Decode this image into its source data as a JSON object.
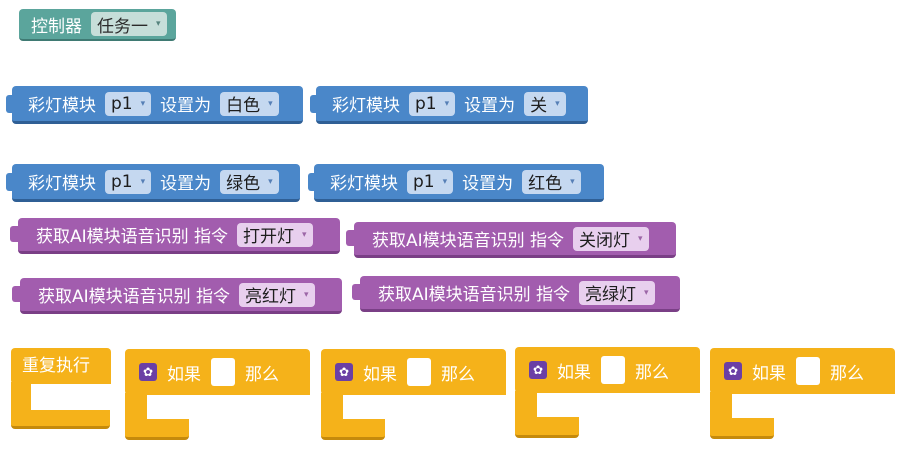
{
  "controller": {
    "label": "控制器",
    "task": "任务一"
  },
  "light_blocks": [
    {
      "label": "彩灯模块",
      "port": "p1",
      "set_label": "设置为",
      "value": "白色"
    },
    {
      "label": "彩灯模块",
      "port": "p1",
      "set_label": "设置为",
      "value": "关"
    },
    {
      "label": "彩灯模块",
      "port": "p1",
      "set_label": "设置为",
      "value": "绿色"
    },
    {
      "label": "彩灯模块",
      "port": "p1",
      "set_label": "设置为",
      "value": "红色"
    }
  ],
  "ai_blocks": [
    {
      "label": "获取AI模块语音识别 指令",
      "value": "打开灯"
    },
    {
      "label": "获取AI模块语音识别 指令",
      "value": "关闭灯"
    },
    {
      "label": "获取AI模块语音识别 指令",
      "value": "亮红灯"
    },
    {
      "label": "获取AI模块语音识别 指令",
      "value": "亮绿灯"
    }
  ],
  "loop": {
    "label": "重复执行"
  },
  "if_blocks": [
    {
      "if_label": "如果",
      "then_label": "那么"
    },
    {
      "if_label": "如果",
      "then_label": "那么"
    },
    {
      "if_label": "如果",
      "then_label": "那么"
    },
    {
      "if_label": "如果",
      "then_label": "那么"
    }
  ],
  "icons": {
    "dropdown": "▾",
    "gear": "✿"
  },
  "colors": {
    "controller": "#5ba59c",
    "light": "#4a87c9",
    "ai": "#a25dae",
    "control": "#f5b21a",
    "gear_bg": "#6b3fa5"
  }
}
